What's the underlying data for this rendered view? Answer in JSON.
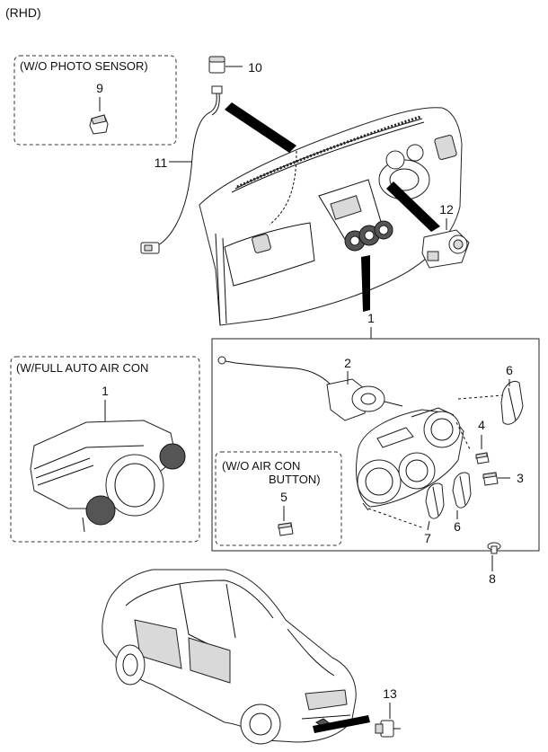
{
  "diagram": {
    "variant_label": "(RHD)",
    "boxes": {
      "photo_sensor": "(W/O PHOTO SENSOR)",
      "full_auto": "(W/FULL AUTO AIR CON",
      "air_con_button_line1": "(W/O AIR CON",
      "air_con_button_line2": "BUTTON)"
    },
    "callouts": {
      "n1_top": "1",
      "n1_left": "1",
      "n2": "2",
      "n3": "3",
      "n4": "4",
      "n5": "5",
      "n6_top": "6",
      "n6_bottom": "6",
      "n7": "7",
      "n8": "8",
      "n9": "9",
      "n10": "10",
      "n11": "11",
      "n12": "12",
      "n13": "13"
    }
  }
}
